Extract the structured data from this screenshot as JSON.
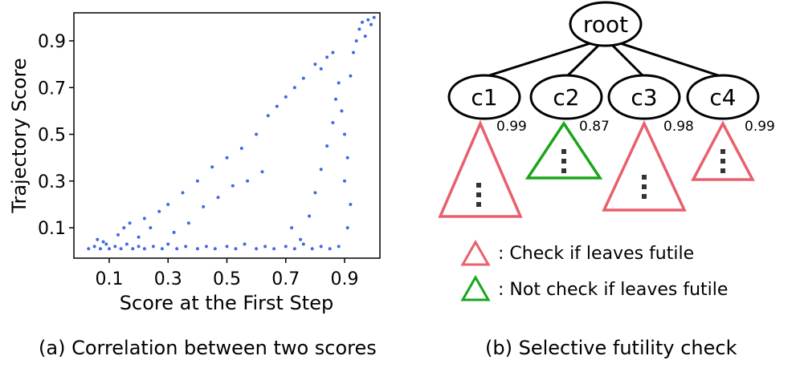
{
  "chart_data": {
    "type": "scatter",
    "title": "",
    "xlabel": "Score at the First Step",
    "ylabel": "Trajectory Score",
    "xlim": [
      -0.02,
      1.02
    ],
    "ylim": [
      -0.03,
      1.02
    ],
    "xticks": [
      0.1,
      0.3,
      0.5,
      0.7,
      0.9
    ],
    "yticks": [
      0.1,
      0.3,
      0.5,
      0.7,
      0.9
    ],
    "xtick_labels": [
      "0.1",
      "0.3",
      "0.5",
      "0.7",
      "0.9"
    ],
    "ytick_labels": [
      "0.1",
      "0.3",
      "0.5",
      "0.7",
      "0.9"
    ],
    "grid": false,
    "point_color": "#4169e1",
    "points": [
      [
        0.03,
        0.01
      ],
      [
        0.05,
        0.02
      ],
      [
        0.07,
        0.01
      ],
      [
        0.09,
        0.03
      ],
      [
        0.1,
        0.01
      ],
      [
        0.12,
        0.02
      ],
      [
        0.14,
        0.01
      ],
      [
        0.16,
        0.03
      ],
      [
        0.18,
        0.01
      ],
      [
        0.2,
        0.02
      ],
      [
        0.22,
        0.01
      ],
      [
        0.25,
        0.02
      ],
      [
        0.28,
        0.01
      ],
      [
        0.3,
        0.03
      ],
      [
        0.33,
        0.01
      ],
      [
        0.36,
        0.02
      ],
      [
        0.4,
        0.01
      ],
      [
        0.43,
        0.02
      ],
      [
        0.46,
        0.01
      ],
      [
        0.5,
        0.02
      ],
      [
        0.53,
        0.01
      ],
      [
        0.56,
        0.03
      ],
      [
        0.6,
        0.01
      ],
      [
        0.63,
        0.02
      ],
      [
        0.66,
        0.01
      ],
      [
        0.7,
        0.02
      ],
      [
        0.73,
        0.01
      ],
      [
        0.76,
        0.03
      ],
      [
        0.79,
        0.01
      ],
      [
        0.82,
        0.02
      ],
      [
        0.85,
        0.01
      ],
      [
        0.88,
        0.02
      ],
      [
        0.06,
        0.05
      ],
      [
        0.08,
        0.04
      ],
      [
        0.13,
        0.07
      ],
      [
        0.15,
        0.1
      ],
      [
        0.17,
        0.12
      ],
      [
        0.2,
        0.06
      ],
      [
        0.22,
        0.14
      ],
      [
        0.24,
        0.1
      ],
      [
        0.27,
        0.17
      ],
      [
        0.3,
        0.2
      ],
      [
        0.32,
        0.08
      ],
      [
        0.35,
        0.25
      ],
      [
        0.37,
        0.12
      ],
      [
        0.4,
        0.3
      ],
      [
        0.42,
        0.19
      ],
      [
        0.45,
        0.36
      ],
      [
        0.47,
        0.23
      ],
      [
        0.5,
        0.4
      ],
      [
        0.52,
        0.28
      ],
      [
        0.55,
        0.44
      ],
      [
        0.57,
        0.3
      ],
      [
        0.6,
        0.5
      ],
      [
        0.62,
        0.34
      ],
      [
        0.64,
        0.58
      ],
      [
        0.67,
        0.62
      ],
      [
        0.7,
        0.66
      ],
      [
        0.73,
        0.7
      ],
      [
        0.76,
        0.74
      ],
      [
        0.8,
        0.8
      ],
      [
        0.82,
        0.78
      ],
      [
        0.84,
        0.83
      ],
      [
        0.86,
        0.85
      ],
      [
        0.72,
        0.1
      ],
      [
        0.75,
        0.05
      ],
      [
        0.78,
        0.15
      ],
      [
        0.8,
        0.25
      ],
      [
        0.82,
        0.35
      ],
      [
        0.84,
        0.45
      ],
      [
        0.86,
        0.55
      ],
      [
        0.87,
        0.65
      ],
      [
        0.88,
        0.72
      ],
      [
        0.89,
        0.6
      ],
      [
        0.9,
        0.5
      ],
      [
        0.91,
        0.4
      ],
      [
        0.9,
        0.3
      ],
      [
        0.92,
        0.2
      ],
      [
        0.91,
        0.1
      ],
      [
        0.93,
        0.85
      ],
      [
        0.94,
        0.9
      ],
      [
        0.95,
        0.95
      ],
      [
        0.96,
        0.98
      ],
      [
        0.97,
        0.92
      ],
      [
        0.98,
        0.99
      ],
      [
        0.99,
        0.97
      ],
      [
        1.0,
        1.0
      ],
      [
        0.92,
        0.75
      ]
    ]
  },
  "tree": {
    "root_label": "root",
    "children": [
      {
        "label": "c1",
        "score": "0.99",
        "color": "#e8606c"
      },
      {
        "label": "c2",
        "score": "0.87",
        "color": "#1aa51a"
      },
      {
        "label": "c3",
        "score": "0.98",
        "color": "#e8606c"
      },
      {
        "label": "c4",
        "score": "0.99",
        "color": "#e8606c"
      }
    ],
    "legend": [
      {
        "text": ": Check if leaves futile",
        "color": "#e8606c"
      },
      {
        "text": ": Not check if leaves futile",
        "color": "#1aa51a"
      }
    ]
  },
  "captions": {
    "a": "(a) Correlation between two scores",
    "b": "(b) Selective futility check"
  }
}
